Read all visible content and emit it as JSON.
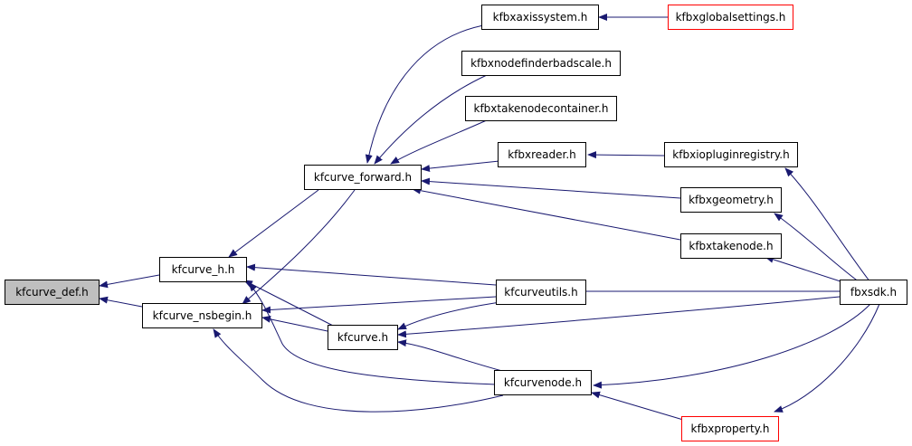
{
  "diagram": {
    "colors": {
      "edge": "#191970",
      "node_border": "#000000",
      "external_border": "#ff0000",
      "focus_fill": "#bfbfbf"
    },
    "nodes": [
      {
        "id": "kfcurve_def",
        "label": "kfcurve_def.h",
        "kind": "focus"
      },
      {
        "id": "kfcurve_h",
        "label": "kfcurve_h.h",
        "kind": "normal"
      },
      {
        "id": "kfcurve_nsbegin",
        "label": "kfcurve_nsbegin.h",
        "kind": "normal"
      },
      {
        "id": "kfcurve_forward",
        "label": "kfcurve_forward.h",
        "kind": "normal"
      },
      {
        "id": "kfbxaxissystem",
        "label": "kfbxaxissystem.h",
        "kind": "normal"
      },
      {
        "id": "kfbxglobalsettings",
        "label": "kfbxglobalsettings.h",
        "kind": "external"
      },
      {
        "id": "kfbxnodefinderbadscale",
        "label": "kfbxnodefinderbadscale.h",
        "kind": "normal"
      },
      {
        "id": "kfbxtakenodecontainer",
        "label": "kfbxtakenodecontainer.h",
        "kind": "normal"
      },
      {
        "id": "kfbxreader",
        "label": "kfbxreader.h",
        "kind": "normal"
      },
      {
        "id": "kfbxiopluginregistry",
        "label": "kfbxiopluginregistry.h",
        "kind": "normal"
      },
      {
        "id": "kfbxgeometry",
        "label": "kfbxgeometry.h",
        "kind": "normal"
      },
      {
        "id": "kfbxtakenode",
        "label": "kfbxtakenode.h",
        "kind": "normal"
      },
      {
        "id": "kfcurveutils",
        "label": "kfcurveutils.h",
        "kind": "normal"
      },
      {
        "id": "fbxsdk",
        "label": "fbxsdk.h",
        "kind": "normal"
      },
      {
        "id": "kfcurve",
        "label": "kfcurve.h",
        "kind": "normal"
      },
      {
        "id": "kfcurvenode",
        "label": "kfcurvenode.h",
        "kind": "normal"
      },
      {
        "id": "kfbxproperty",
        "label": "kfbxproperty.h",
        "kind": "external"
      }
    ]
  }
}
